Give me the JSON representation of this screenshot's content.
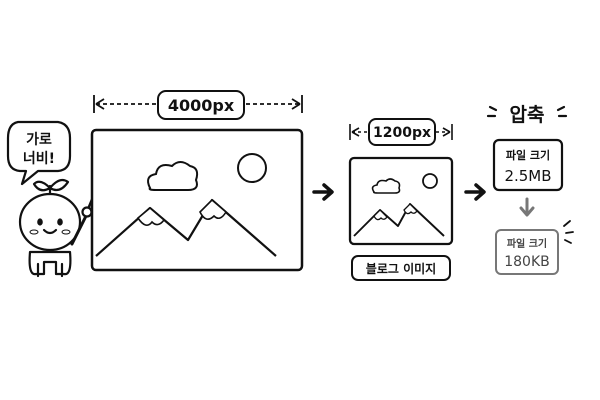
{
  "character": {
    "speech": [
      "가로",
      "너비!"
    ]
  },
  "original_image": {
    "width_label": "4000px"
  },
  "blog_image": {
    "width_label": "1200px",
    "caption": "블로그 이미지"
  },
  "compression": {
    "title": "압축",
    "before": {
      "label": "파일 크기",
      "value": "2.5MB"
    },
    "after": {
      "label": "파일 크기",
      "value": "180KB"
    }
  },
  "colors": {
    "ink": "#111111",
    "muted": "#777777",
    "after_text": "#444444",
    "fill": "#ffffff"
  }
}
